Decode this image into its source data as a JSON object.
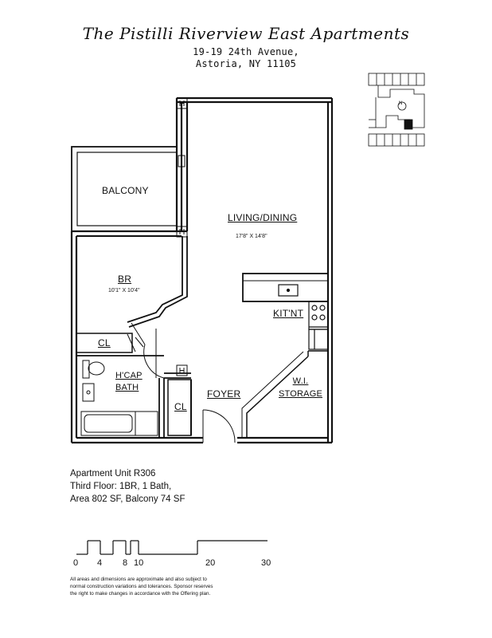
{
  "header": {
    "title": "The Pistilli Riverview East Apartments",
    "address_line1": "19-19 24th Avenue,",
    "address_line2": "Astoria, NY 11105"
  },
  "rooms": {
    "balcony": "BALCONY",
    "living": "LIVING/DINING",
    "living_dim": "17'8\" X 14'8\"",
    "br": "BR",
    "br_dim": "10'1\" X 10'4\"",
    "kitchen": "KIT'NT",
    "closet1": "CL",
    "closet2": "CL",
    "bath_line1": "H'CAP",
    "bath_line2": "BATH",
    "foyer": "FOYER",
    "storage_line1": "W.I.",
    "storage_line2": "STORAGE"
  },
  "key_plan": {
    "north": "N"
  },
  "unit_info": {
    "line1": "Apartment Unit R306",
    "line2": "Third Floor: 1BR, 1 Bath,",
    "line3": "Area 802 SF, Balcony 74 SF"
  },
  "scale": {
    "labels": [
      "0",
      "4",
      "8",
      "10",
      "20",
      "30"
    ]
  },
  "disclaimer": {
    "line1": "All areas and dimensions are approximate and also subject to",
    "line2": "normal construction variations and tolerances. Sponsor reserves",
    "line3": "the right to make changes in accordance with the Offering plan."
  }
}
